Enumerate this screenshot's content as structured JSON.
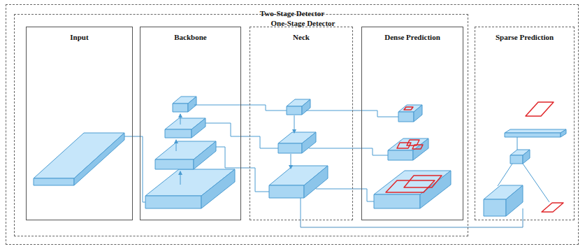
{
  "diagram": {
    "nodes": [
      {
        "text": [
          "Two-Stage Detector"
        ]
      },
      {
        "text": [
          "One-Stage Detector"
        ],
        "in": 0
      },
      {
        "text": [
          "Input"
        ],
        "in": 1
      },
      {
        "text": [
          "Backbone"
        ],
        "in": 1
      },
      {
        "text": [
          "Neck"
        ],
        "in": 1
      },
      {
        "text": [
          "Dense Prediction"
        ],
        "in": 1
      },
      {
        "text": [
          "Sparse Prediction"
        ],
        "in": 0
      }
    ],
    "edges": [
      {
        "from": 2,
        "to": 3,
        "arrow": "none"
      },
      {
        "from": 3,
        "to": 4,
        "arrow": "none"
      },
      {
        "from": 3,
        "to": 4,
        "arrow": "none"
      },
      {
        "from": 3,
        "to": 4,
        "arrow": "none"
      },
      {
        "from": 4,
        "to": 5,
        "arrow": "none"
      },
      {
        "from": 4,
        "to": 5,
        "arrow": "none"
      },
      {
        "from": 4,
        "to": 5,
        "arrow": "none"
      },
      {
        "from": 4,
        "to": 6,
        "arrow": "none"
      }
    ]
  }
}
